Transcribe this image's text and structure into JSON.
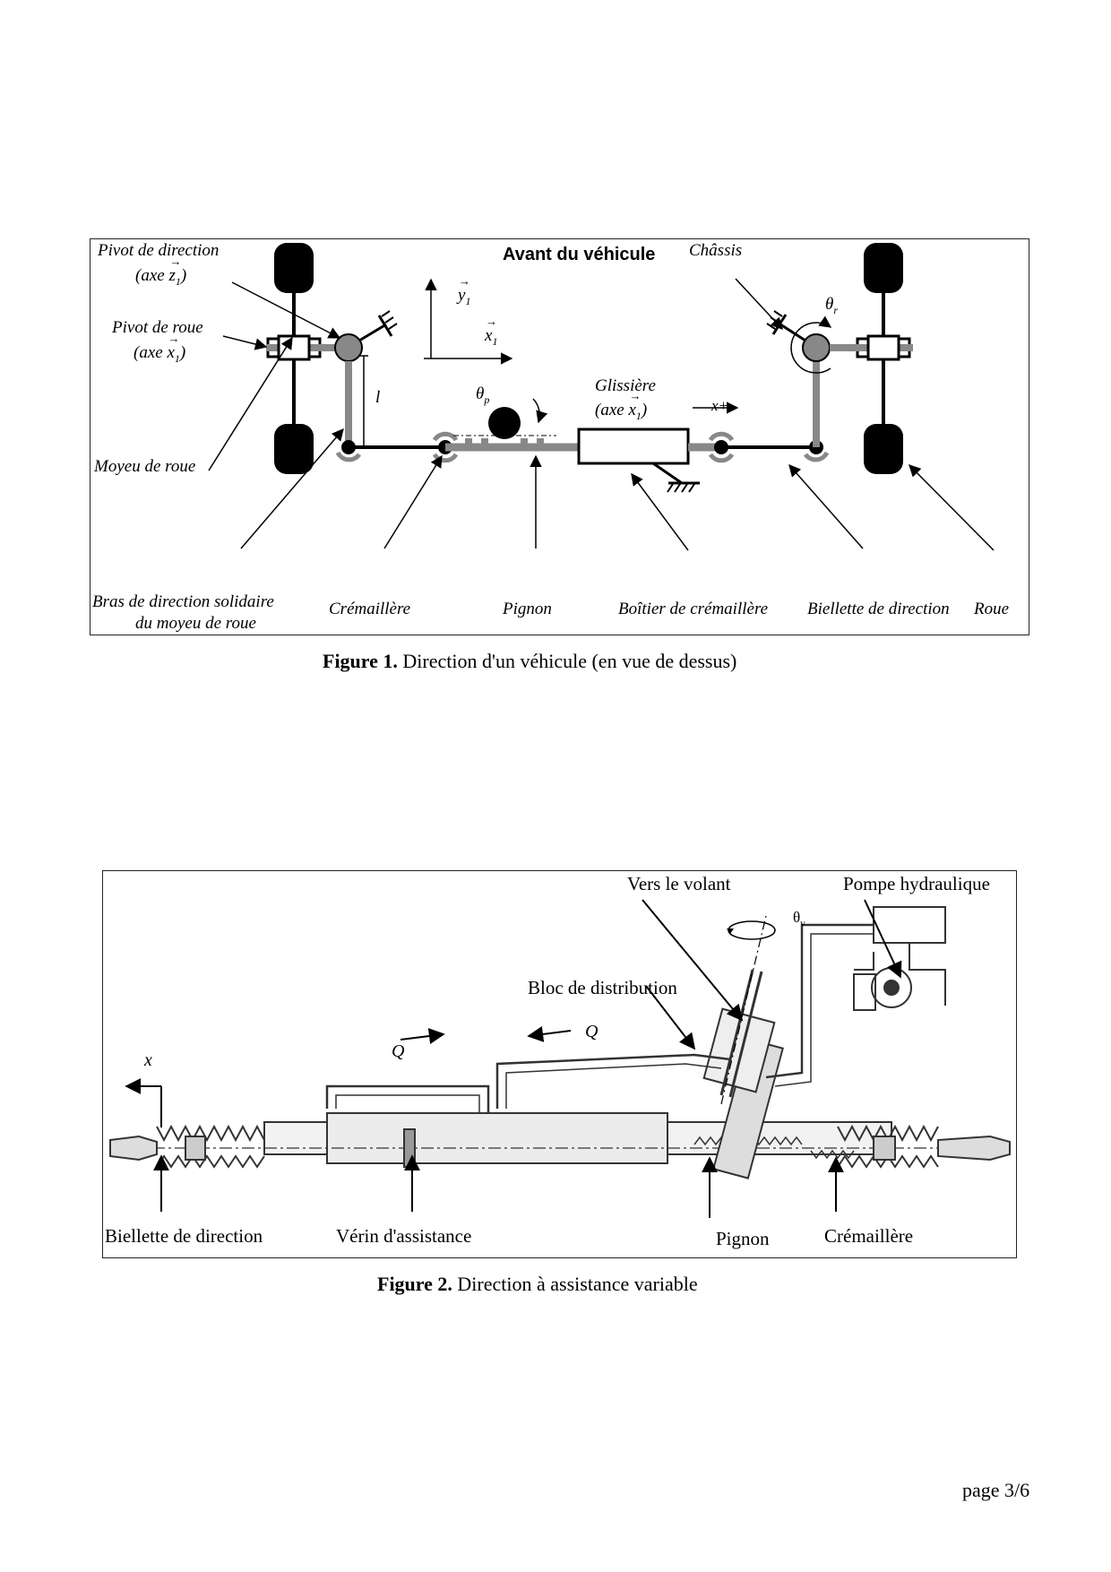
{
  "figure1": {
    "title": "Avant du véhicule",
    "caption_bold": "Figure 1.",
    "caption_text": " Direction d'un véhicule (en vue de dessus)",
    "labels": {
      "pivot_direction": "Pivot de direction",
      "pivot_direction_axis": "(axe z1)",
      "pivot_roue": "Pivot de roue",
      "pivot_roue_axis": "(axe x1)",
      "moyeu": "Moyeu de roue",
      "bras_1": "Bras de direction solidaire",
      "bras_2": "du moyeu de roue",
      "cremaillere": "Crémaillère",
      "pignon": "Pignon",
      "boitier": "Boîtier de crémaillère",
      "biellette": "Biellette de direction",
      "roue": "Roue",
      "chassis": "Châssis",
      "glissiere": "Glissière",
      "glissiere_axis": "(axe x1)",
      "theta_p": "θp",
      "theta_r": "θr",
      "l": "l",
      "x_plus": "x+",
      "y1": "y1",
      "x1": "x1"
    }
  },
  "figure2": {
    "caption_bold": "Figure 2.",
    "caption_text": " Direction à assistance variable",
    "labels": {
      "vers_volant": "Vers le volant",
      "pompe": "Pompe hydraulique",
      "theta_v": "θv",
      "bloc": "Bloc de distribution",
      "q1": "Q",
      "q2": "Q",
      "x": "x",
      "biellette": "Biellette de direction",
      "verin": "Vérin d'assistance",
      "pignon": "Pignon",
      "cremaillere": "Crémaillère"
    }
  },
  "page_number": "page 3/6"
}
